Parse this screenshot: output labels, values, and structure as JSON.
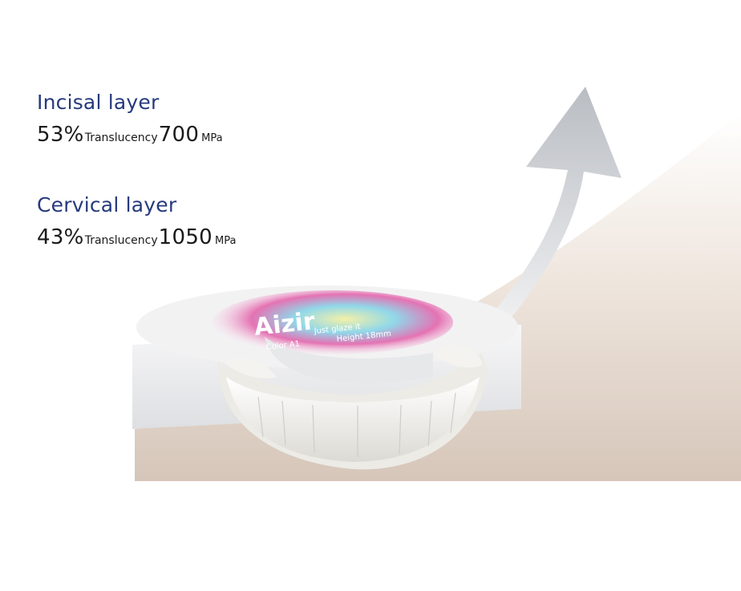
{
  "incisal": {
    "title": "Incisal layer",
    "translucency_value": "53%",
    "translucency_label": "Translucency",
    "strength_value": "700",
    "strength_unit": "MPa"
  },
  "cervical": {
    "title": "Cervical layer",
    "translucency_value": "43%",
    "translucency_label": "Translucency",
    "strength_value": "1050",
    "strength_unit": "MPa"
  },
  "disc": {
    "brand": "Aizir",
    "tagline": "Just glaze it",
    "color_label": "Color A1",
    "height_label": "Height 18mm"
  },
  "colors": {
    "heading": "#263a7c",
    "text": "#1a1a1a",
    "background_curve": "#dcccc0",
    "arrow": "#c9ccd0"
  }
}
